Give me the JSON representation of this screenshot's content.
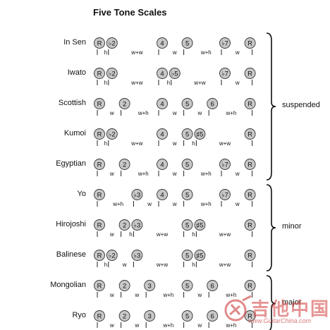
{
  "title": "Five Tone Scales",
  "scales": [
    {
      "name": "In Sen",
      "notes": [
        {
          "label": "R",
          "pos": 0
        },
        {
          "label": "♭2",
          "pos": 1
        },
        {
          "label": "4",
          "pos": 5
        },
        {
          "label": "5",
          "pos": 7
        },
        {
          "label": "♭7",
          "pos": 10
        },
        {
          "label": "R",
          "pos": 12
        }
      ],
      "intervals": [
        "h",
        "w+w",
        "w",
        "w+h",
        "w"
      ]
    },
    {
      "name": "Iwato",
      "notes": [
        {
          "label": "R",
          "pos": 0
        },
        {
          "label": "♭2",
          "pos": 1
        },
        {
          "label": "4",
          "pos": 5
        },
        {
          "label": "♭5",
          "pos": 6
        },
        {
          "label": "♭7",
          "pos": 10
        },
        {
          "label": "R",
          "pos": 12
        }
      ],
      "intervals": [
        "h",
        "w+w",
        "h",
        "w+w",
        "w"
      ]
    },
    {
      "name": "Scottish",
      "notes": [
        {
          "label": "R",
          "pos": 0
        },
        {
          "label": "2",
          "pos": 2
        },
        {
          "label": "4",
          "pos": 5
        },
        {
          "label": "5",
          "pos": 7
        },
        {
          "label": "6",
          "pos": 9
        },
        {
          "label": "R",
          "pos": 12
        }
      ],
      "intervals": [
        "w",
        "w+h",
        "w",
        "w",
        "w+h"
      ]
    },
    {
      "name": "Kumoi",
      "notes": [
        {
          "label": "R",
          "pos": 0
        },
        {
          "label": "♭2",
          "pos": 1
        },
        {
          "label": "4",
          "pos": 5
        },
        {
          "label": "5",
          "pos": 7
        },
        {
          "label": "♯5",
          "pos": 8
        },
        {
          "label": "R",
          "pos": 12
        }
      ],
      "intervals": [
        "h",
        "w+w",
        "w",
        "h",
        "w+w"
      ]
    },
    {
      "name": "Egyptian",
      "notes": [
        {
          "label": "R",
          "pos": 0
        },
        {
          "label": "2",
          "pos": 2
        },
        {
          "label": "4",
          "pos": 5
        },
        {
          "label": "5",
          "pos": 7
        },
        {
          "label": "♭7",
          "pos": 10
        },
        {
          "label": "R",
          "pos": 12
        }
      ],
      "intervals": [
        "w",
        "w+h",
        "w",
        "w+h",
        "w"
      ]
    },
    {
      "name": "Yo",
      "notes": [
        {
          "label": "R",
          "pos": 0
        },
        {
          "label": "♭3",
          "pos": 3
        },
        {
          "label": "4",
          "pos": 5
        },
        {
          "label": "5",
          "pos": 7
        },
        {
          "label": "♭7",
          "pos": 10
        },
        {
          "label": "R",
          "pos": 12
        }
      ],
      "intervals": [
        "w+h",
        "w",
        "w",
        "w+h",
        "w"
      ]
    },
    {
      "name": "Hirojoshi",
      "notes": [
        {
          "label": "R",
          "pos": 0
        },
        {
          "label": "2",
          "pos": 2
        },
        {
          "label": "♭3",
          "pos": 3
        },
        {
          "label": "5",
          "pos": 7
        },
        {
          "label": "♯5",
          "pos": 8
        },
        {
          "label": "R",
          "pos": 12
        }
      ],
      "intervals": [
        "w",
        "h",
        "w+w",
        "h",
        "w+w"
      ]
    },
    {
      "name": "Balinese",
      "notes": [
        {
          "label": "R",
          "pos": 0
        },
        {
          "label": "♭2",
          "pos": 1
        },
        {
          "label": "♭3",
          "pos": 3
        },
        {
          "label": "5",
          "pos": 7
        },
        {
          "label": "♯5",
          "pos": 8
        },
        {
          "label": "R",
          "pos": 12
        }
      ],
      "intervals": [
        "h",
        "w",
        "w+w",
        "h",
        "w+w"
      ]
    },
    {
      "name": "Mongolian",
      "notes": [
        {
          "label": "R",
          "pos": 0
        },
        {
          "label": "2",
          "pos": 2
        },
        {
          "label": "3",
          "pos": 4
        },
        {
          "label": "5",
          "pos": 7
        },
        {
          "label": "6",
          "pos": 9
        },
        {
          "label": "R",
          "pos": 12
        }
      ],
      "intervals": [
        "w",
        "w",
        "w+h",
        "w",
        "w+h"
      ]
    },
    {
      "name": "Ryo",
      "notes": [
        {
          "label": "R",
          "pos": 0
        },
        {
          "label": "2",
          "pos": 2
        },
        {
          "label": "3",
          "pos": 4
        },
        {
          "label": "5",
          "pos": 7
        },
        {
          "label": "6",
          "pos": 9
        },
        {
          "label": "R",
          "pos": 12
        }
      ],
      "intervals": [
        "w",
        "w",
        "w+h",
        "w",
        "w+h"
      ]
    }
  ],
  "groups": [
    {
      "label": "suspended",
      "from": 0,
      "to": 4
    },
    {
      "label": "minor",
      "from": 5,
      "to": 7
    },
    {
      "label": "major",
      "from": 8,
      "to": 9
    }
  ],
  "watermark": {
    "text": "吉他中国",
    "url": "www.GuitarChina.com"
  },
  "colors": {
    "note_fill": "#c8c8c8",
    "note_stroke": "#333333",
    "text": "#111111"
  }
}
